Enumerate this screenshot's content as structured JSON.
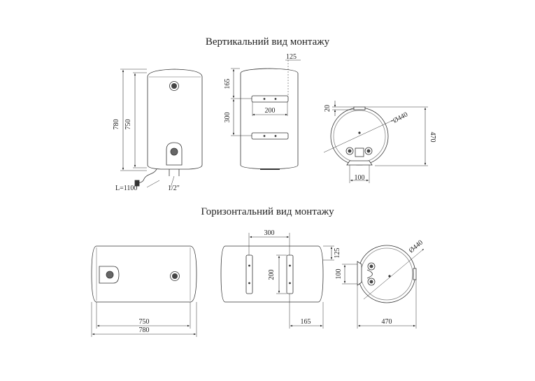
{
  "titles": {
    "vertical": "Вертикальний вид монтажу",
    "horizontal": "Горизонтальний вид монтажу"
  },
  "vertical": {
    "front": {
      "height_total": "780",
      "height_body": "750",
      "cable": "L=1100",
      "pipe": "1/2\""
    },
    "side": {
      "top_offset": "125",
      "bracket_top": "165",
      "bracket_spacing": "300",
      "bracket_width": "200"
    },
    "top": {
      "gap": "20",
      "depth": "470",
      "diameter": "Ø440",
      "foot": "100"
    }
  },
  "horizontal": {
    "front": {
      "length_body": "750",
      "length_total": "780"
    },
    "side": {
      "bracket_spacing": "300",
      "side_offset": "125",
      "bracket_height": "200",
      "bottom_offset": "165"
    },
    "end": {
      "diameter": "Ø440",
      "foot": "100",
      "depth": "470"
    }
  }
}
